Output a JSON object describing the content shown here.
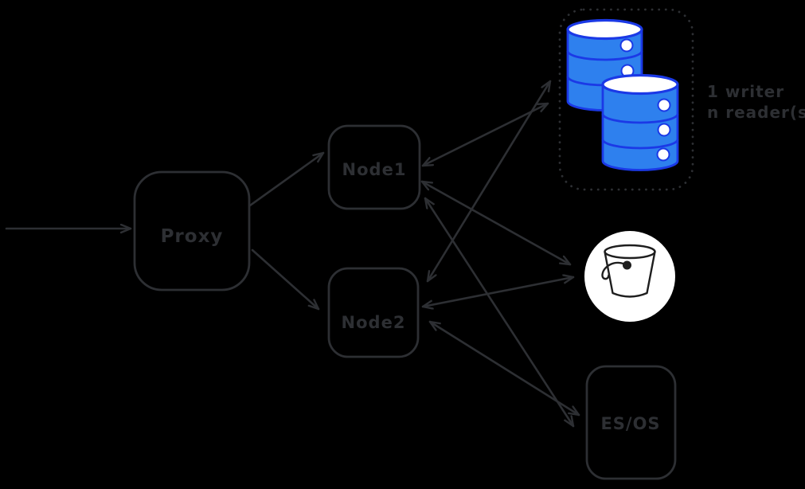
{
  "colors": {
    "background": "#000000",
    "ink": "#2d2f33",
    "db_fill": "#2e80ee",
    "db_stroke": "#1b39e6",
    "bucket_bg": "#ffffff",
    "bucket_ink": "#1e1e1e"
  },
  "diagram": {
    "nodes": {
      "proxy": {
        "label": "Proxy"
      },
      "node1": {
        "label": "Node1"
      },
      "node2": {
        "label": "Node2"
      },
      "esos": {
        "label": "ES/OS"
      }
    },
    "db_cluster": {
      "caption_line1": "1 writer",
      "caption_line2": "n reader(s)",
      "icons": [
        "database-icon",
        "database-icon"
      ],
      "border_style": "dotted"
    },
    "object_storage": {
      "icon": "bucket-icon"
    },
    "edges": [
      {
        "from": "external-traffic",
        "to": "Proxy",
        "bidirectional": false
      },
      {
        "from": "Proxy",
        "to": "Node1",
        "bidirectional": false
      },
      {
        "from": "Proxy",
        "to": "Node2",
        "bidirectional": false
      },
      {
        "from": "Node1",
        "to": "database-cluster",
        "bidirectional": true
      },
      {
        "from": "Node2",
        "to": "database-cluster",
        "bidirectional": true
      },
      {
        "from": "Node1",
        "to": "object-storage-bucket",
        "bidirectional": true
      },
      {
        "from": "Node2",
        "to": "object-storage-bucket",
        "bidirectional": true
      },
      {
        "from": "Node1",
        "to": "ES/OS",
        "bidirectional": true
      },
      {
        "from": "Node2",
        "to": "ES/OS",
        "bidirectional": true
      }
    ]
  }
}
